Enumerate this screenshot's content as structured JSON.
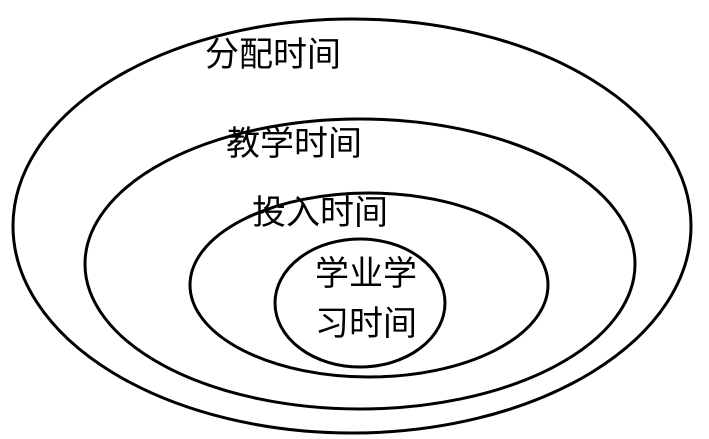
{
  "diagram": {
    "type": "nested-ellipses",
    "stroke_color": "#000000",
    "background_color": "#ffffff",
    "levels": [
      {
        "label": "分配时间"
      },
      {
        "label": "教学时间"
      },
      {
        "label": "投入时间"
      },
      {
        "label_line1": "学业学",
        "label_line2": "习时间"
      }
    ]
  }
}
